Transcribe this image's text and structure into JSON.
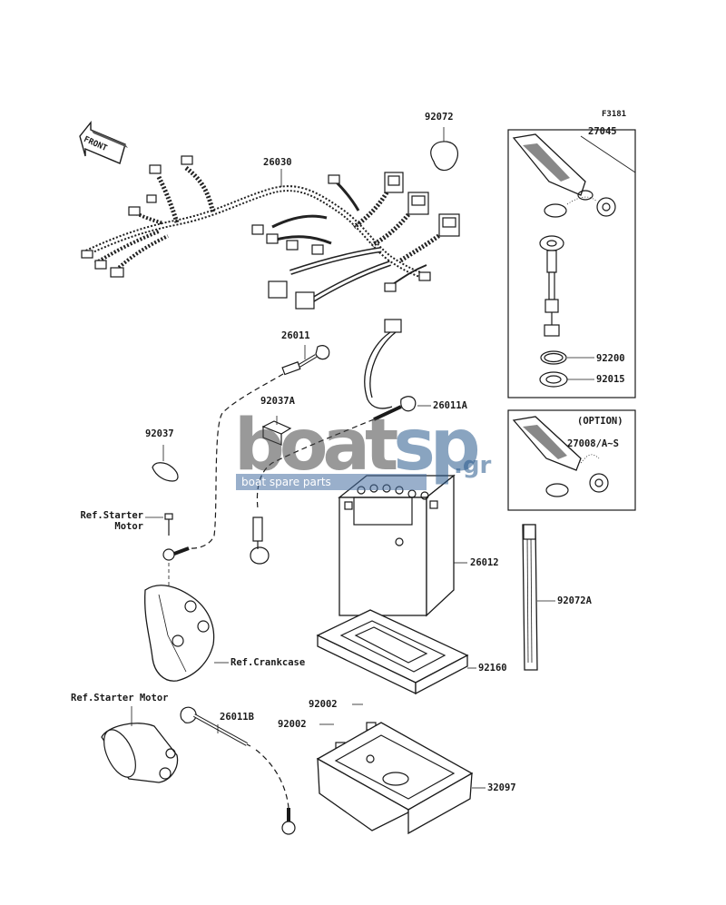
{
  "figure_code": "F3181",
  "front_label": "FRONT",
  "option_label": "(OPTION)",
  "parts": {
    "p92072": "92072",
    "p27045": "27045",
    "p26030": "26030",
    "p26011": "26011",
    "p92200": "92200",
    "p92015": "92015",
    "p26011A": "26011A",
    "p92037A": "92037A",
    "p92037": "92037",
    "p27008": "27008/A~S",
    "p26012": "26012",
    "p92072A": "92072A",
    "p92160": "92160",
    "p92002a": "92002",
    "p92002b": "92002",
    "p26011B": "26011B",
    "p32097": "32097"
  },
  "refs": {
    "starter_motor_1_line1": "Ref.Starter",
    "starter_motor_1_line2": "Motor",
    "crankcase": "Ref.Crankcase",
    "starter_motor_2": "Ref.Starter Motor"
  },
  "watermark": {
    "brand_a": "boat",
    "brand_b": "sp",
    "tld": ".gr",
    "tagline": "boat spare parts"
  }
}
